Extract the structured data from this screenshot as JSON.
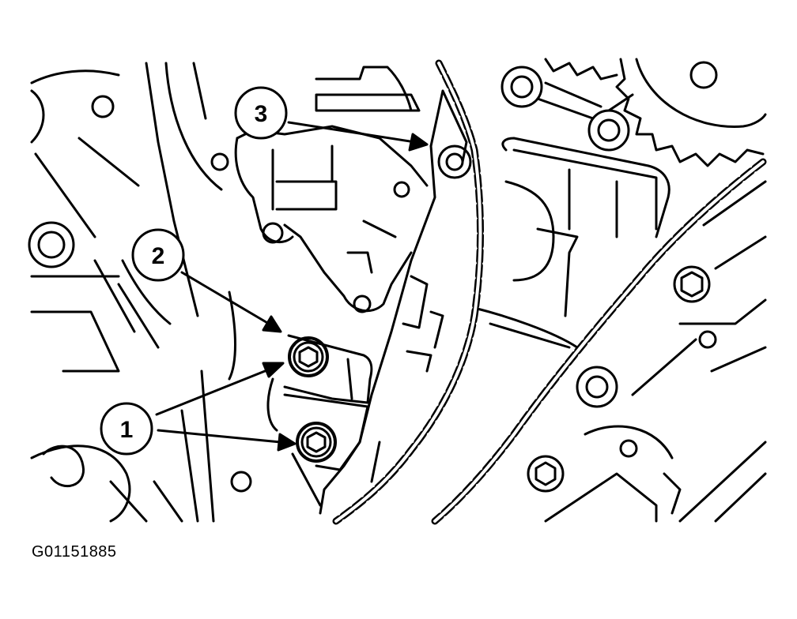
{
  "figure_id": "G01151885",
  "callouts": [
    {
      "label": "1"
    },
    {
      "label": "2"
    },
    {
      "label": "3"
    }
  ],
  "colors": {
    "line": "#000000",
    "background": "#ffffff"
  }
}
